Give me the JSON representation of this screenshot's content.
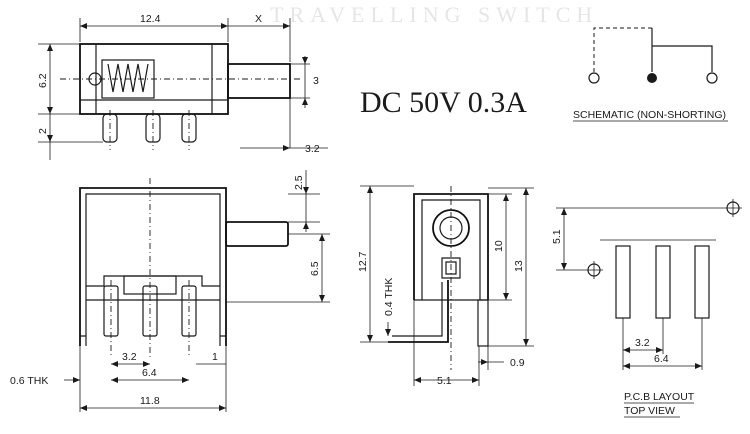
{
  "header_ghost": "TRAVELLING SWITCH",
  "rating": "DC 50V 0.3A",
  "side_view": {
    "dim_length": "12.4",
    "dim_x": "X",
    "dim_height": "6.2",
    "dim_actuator": "3",
    "dim_pin": "2",
    "dim_pin_len": "3.2"
  },
  "front_view": {
    "dim_top": "2.5",
    "dim_act_h": "6.5",
    "dim_pitch": "3.2",
    "dim_span": "6.4",
    "dim_end": "1",
    "dim_thk": "0.6 THK",
    "dim_width": "11.8"
  },
  "end_view": {
    "dim_total_h": "12.7",
    "dim_thk": "0.4 THK",
    "dim_h10": "10",
    "dim_h13": "13",
    "dim_depth": "5.1",
    "dim_pin": "0.9"
  },
  "schematic": {
    "label": "SCHEMATIC (NON-SHORTING)"
  },
  "pcb_layout": {
    "dim_offset": "5.1",
    "dim_pitch": "3.2",
    "dim_span": "6.4",
    "label_1": "P.C.B LAYOUT",
    "label_2": "TOP VIEW"
  }
}
